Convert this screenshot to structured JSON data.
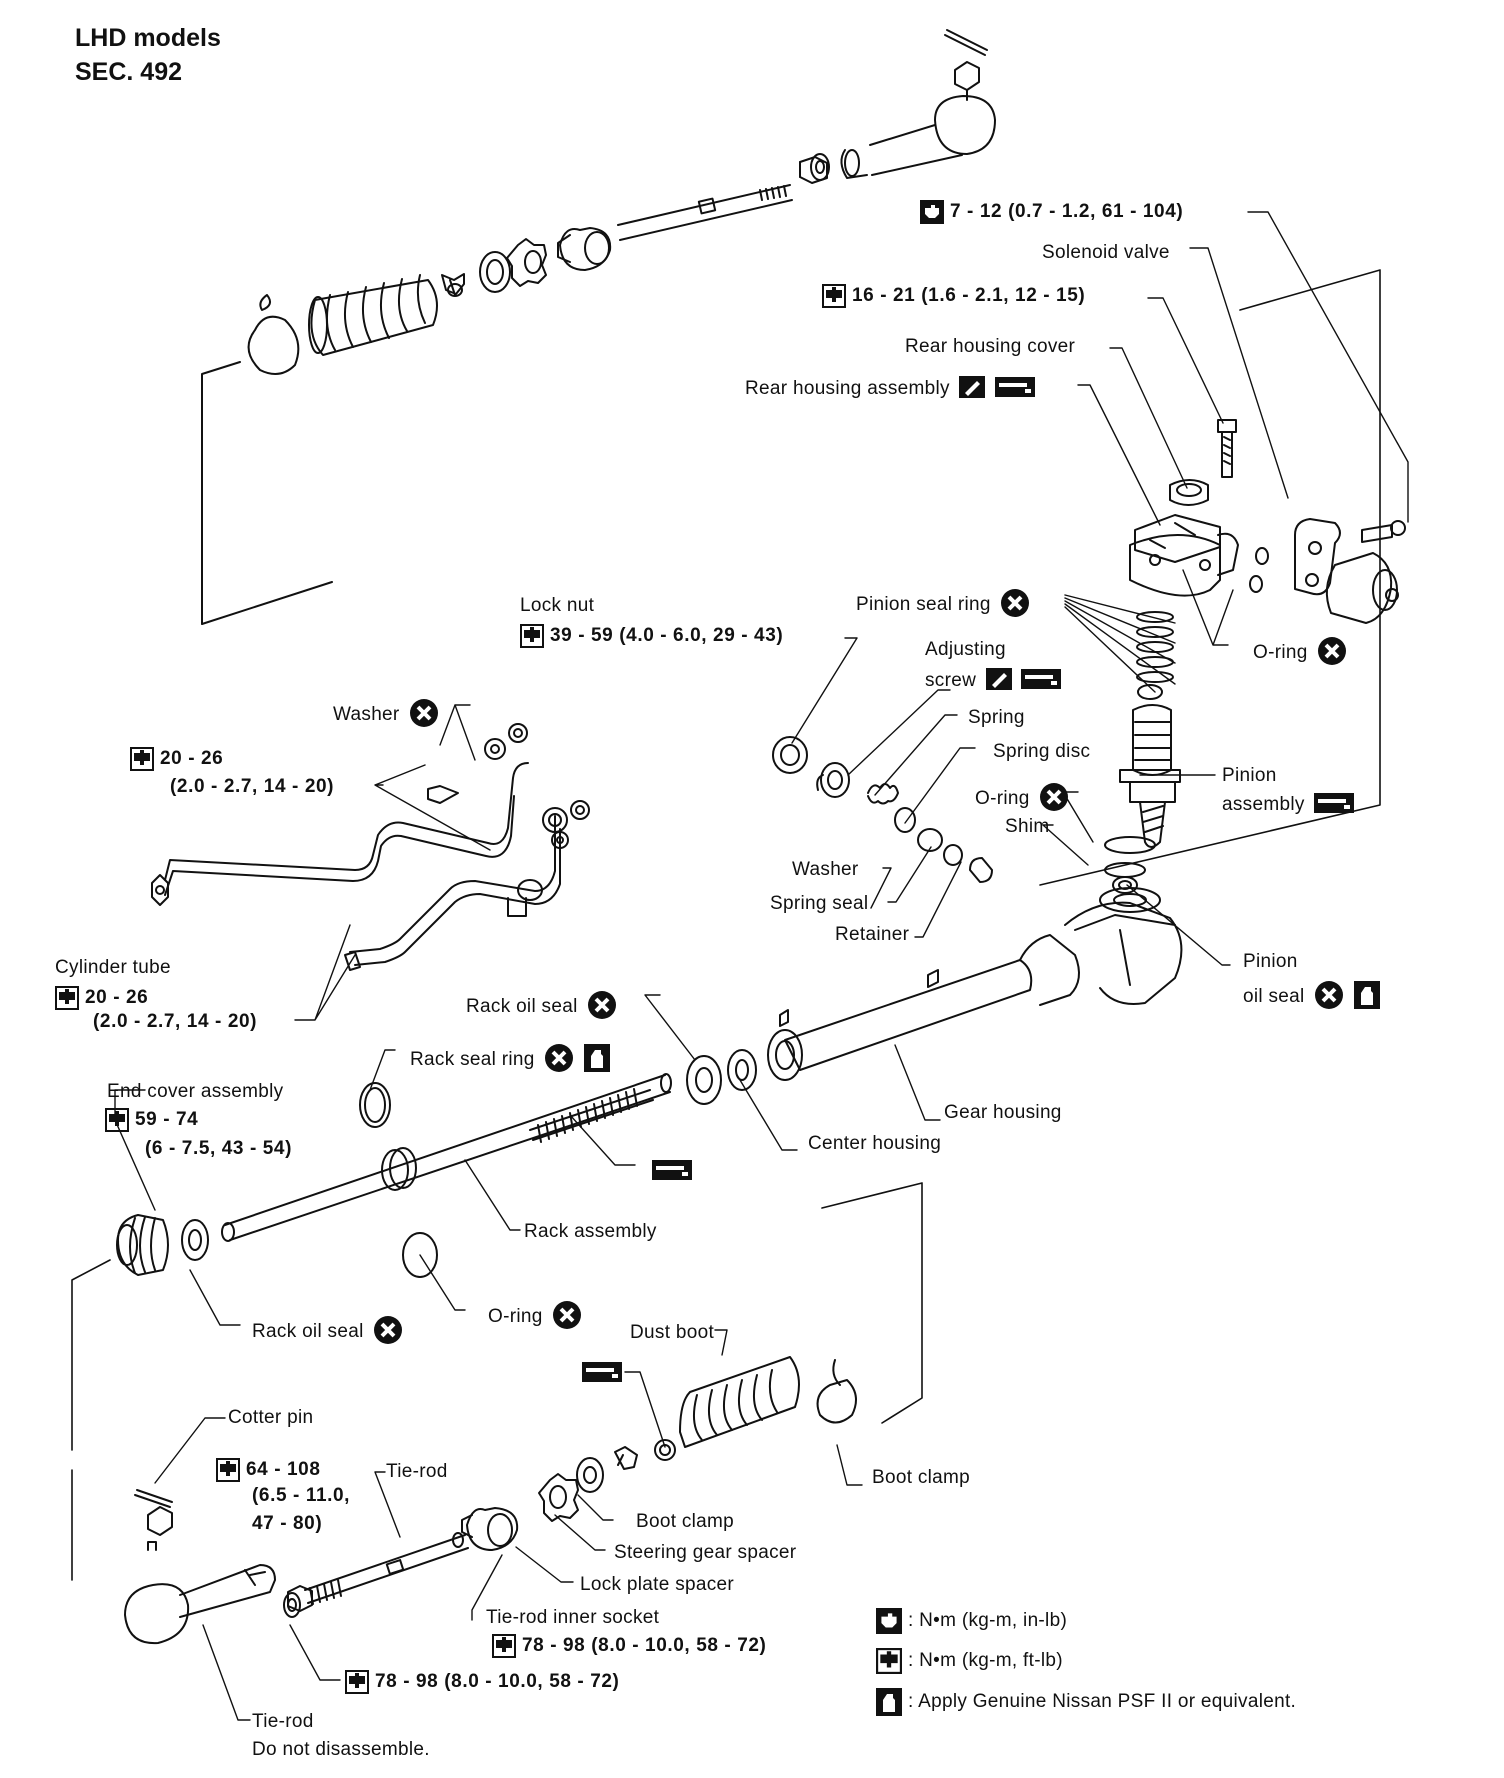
{
  "header": {
    "line1": "LHD models",
    "line2": "SEC. 492"
  },
  "labels": {
    "solenoid_valve": "Solenoid valve",
    "rear_housing_cover": "Rear housing cover",
    "rear_housing_assembly": "Rear housing assembly",
    "lock_nut": "Lock nut",
    "pinion_seal_ring": "Pinion seal ring",
    "o_ring_top": "O-ring",
    "adjusting": "Adjusting",
    "screw": "screw",
    "spring": "Spring",
    "spring_disc": "Spring disc",
    "washer_top": "Washer",
    "o_ring_mid": "O-ring",
    "shim": "Shim",
    "pinion": "Pinion",
    "assembly": "assembly",
    "washer_mid": "Washer",
    "spring_seal": "Spring seal",
    "retainer": "Retainer",
    "cylinder_tube": "Cylinder tube",
    "pinion_oil": "Pinion",
    "oil_seal": "oil seal",
    "rack_oil_seal_top": "Rack oil seal",
    "rack_seal_ring": "Rack seal ring",
    "end_cover_assembly": "End cover assembly",
    "gear_housing": "Gear housing",
    "center_housing": "Center housing",
    "rack_assembly": "Rack assembly",
    "rack_oil_seal_bottom": "Rack oil seal",
    "o_ring_bottom": "O-ring",
    "dust_boot": "Dust boot",
    "cotter_pin": "Cotter pin",
    "tie_rod_top": "Tie-rod",
    "boot_clamp_right": "Boot clamp",
    "boot_clamp_mid": "Boot clamp",
    "steering_gear_spacer": "Steering gear spacer",
    "lock_plate_spacer": "Lock plate spacer",
    "tie_rod_inner_socket": "Tie-rod inner socket",
    "tie_rod_bottom": "Tie-rod",
    "do_not_disassemble": "Do not disassemble."
  },
  "torques": {
    "solenoid": "7 - 12 (0.7 - 1.2, 61 - 104)",
    "rear_cover": "16 - 21 (1.6 - 2.1, 12 - 15)",
    "lock_nut": "39 - 59 (4.0 - 6.0, 29 - 43)",
    "washer_line1": "20 - 26",
    "washer_line2": "(2.0 - 2.7, 14 - 20)",
    "cylinder_line1": "20 - 26",
    "cylinder_line2": "(2.0 - 2.7, 14 - 20)",
    "end_cover_line1": "59 - 74",
    "end_cover_line2": "(6 - 7.5, 43 - 54)",
    "tie_rod_line1": "64 - 108",
    "tie_rod_line2": "(6.5 - 11.0,",
    "tie_rod_line3": "47 - 80)",
    "inner_socket": "78 - 98 (8.0 - 10.0, 58 - 72)",
    "outer_nut": "78 - 98 (8.0 - 10.0, 58 - 72)"
  },
  "legend": {
    "in_lb": ": N•m (kg-m, in-lb)",
    "ft_lb": ": N•m (kg-m, ft-lb)",
    "fluid": ": Apply Genuine Nissan PSF II or equivalent."
  },
  "icons": [
    "torque-in-lb-icon",
    "torque-ft-lb-icon",
    "fluid-icon",
    "replace-x-icon",
    "grease-icon",
    "sealant-icon"
  ]
}
